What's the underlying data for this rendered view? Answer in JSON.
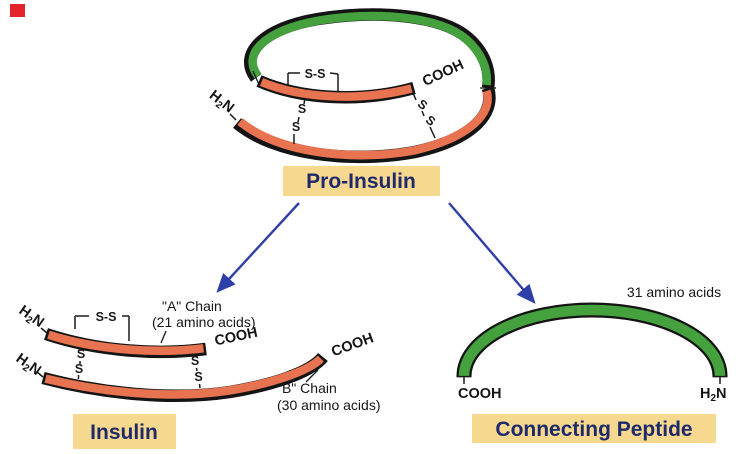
{
  "pro_insulin": {
    "label": "Pro-Insulin"
  },
  "insulin": {
    "label": "Insulin",
    "a_chain_name": "\"A\" Chain",
    "a_chain_count": "(21 amino acids)",
    "b_chain_name": "\"B\" Chain",
    "b_chain_count": "(30 amino acids)"
  },
  "connecting_peptide": {
    "label": "Connecting Peptide",
    "count": "31 amino acids"
  },
  "chem": {
    "h": "H",
    "sub2": "2",
    "n": "N",
    "cooh": "COOH",
    "ss": "S-S",
    "s": "S"
  },
  "colors": {
    "chain_orange": "#e87351",
    "peptide_green": "#44a13d",
    "label_background": "#f6d88f",
    "label_text_navy": "#1f2a6b",
    "arrow_blue": "#2e3fa7",
    "outline_black": "#141414",
    "corner_marker_red": "#e3252b"
  }
}
